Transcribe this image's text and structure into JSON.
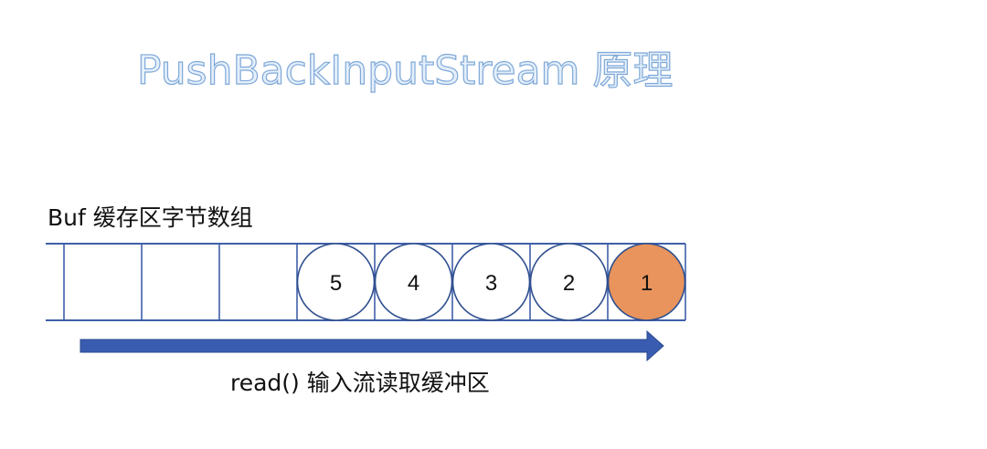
{
  "title": "PushBackInputStream 原理",
  "buffer": {
    "label": "Buf 缓存区字节数组",
    "slot_count": 8,
    "bytes": [
      {
        "label": "5",
        "highlight": false
      },
      {
        "label": "4",
        "highlight": false
      },
      {
        "label": "3",
        "highlight": false
      },
      {
        "label": "2",
        "highlight": false
      },
      {
        "label": "1",
        "highlight": true
      }
    ]
  },
  "read": {
    "label": "read() 输入流读取缓冲区"
  },
  "colors": {
    "grid_line": "#3f5fa8",
    "circle_fill": "#ffffff",
    "circle_stroke": "#2f4f8f",
    "highlight_fill": "#e8945c",
    "highlight_stroke": "#2f4f8f",
    "arrow_fill": "#3a5cb0",
    "arrow_stroke": "#2a4a90"
  }
}
